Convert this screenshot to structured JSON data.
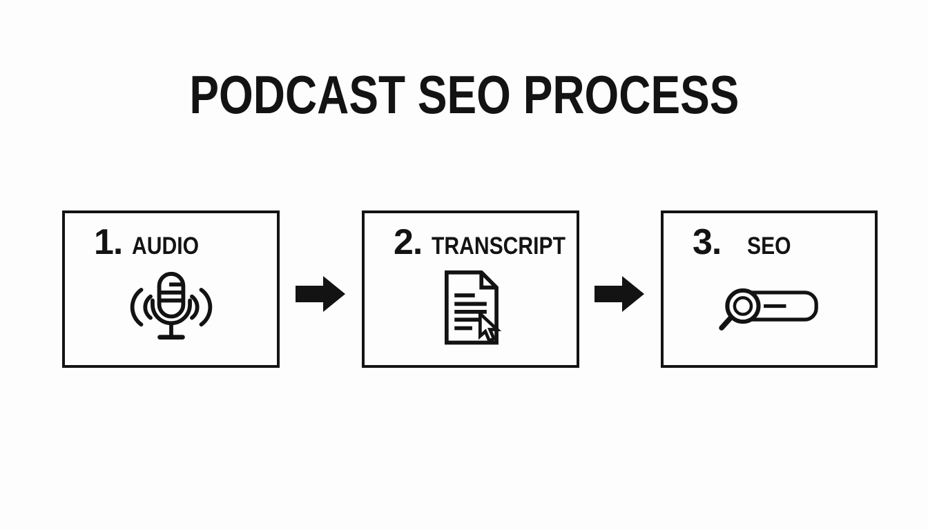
{
  "canvas": {
    "background_color": "#fdfdfd",
    "ink_color": "#131313"
  },
  "title": "PODCAST SEO PROCESS",
  "steps": [
    {
      "number": "1.",
      "label": "AUDIO",
      "icon": "microphone-soundwaves-icon"
    },
    {
      "number": "2.",
      "label": "TRANSCRIPT",
      "icon": "document-cursor-icon"
    },
    {
      "number": "3.",
      "label": "SEO",
      "icon": "search-bar-magnifier-icon"
    }
  ],
  "connectors": [
    {
      "icon": "arrow-right-icon"
    },
    {
      "icon": "arrow-right-icon"
    }
  ]
}
